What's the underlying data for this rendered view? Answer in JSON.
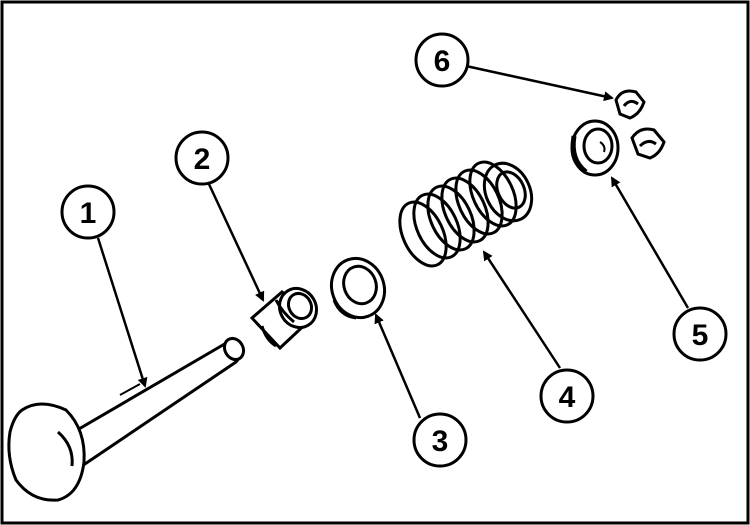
{
  "diagram": {
    "colors": {
      "ink": "#000000",
      "paper": "#ffffff"
    },
    "callouts": [
      {
        "id": "1",
        "label": "1",
        "part": "valve"
      },
      {
        "id": "2",
        "label": "2",
        "part": "valve-stem-seal"
      },
      {
        "id": "3",
        "label": "3",
        "part": "spring-seat-washer"
      },
      {
        "id": "4",
        "label": "4",
        "part": "valve-spring"
      },
      {
        "id": "5",
        "label": "5",
        "part": "spring-retainer"
      },
      {
        "id": "6",
        "label": "6",
        "part": "valve-collets"
      }
    ]
  }
}
